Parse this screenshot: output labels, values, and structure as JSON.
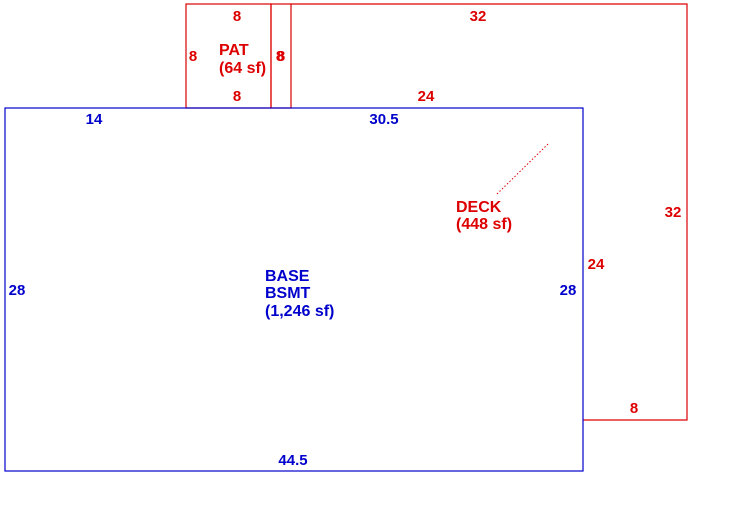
{
  "colors": {
    "base": "#0000cc",
    "addition": "#dd0000",
    "background": "#ffffff"
  },
  "base": {
    "name_line1": "BASE",
    "name_line2": "BSMT",
    "area": "(1,246 sf)",
    "dims": {
      "top_left": "14",
      "top_right": "30.5",
      "left": "28",
      "right": "28",
      "bottom": "44.5"
    }
  },
  "patio": {
    "name": "PAT",
    "area": "(64 sf)",
    "dims": {
      "top": "8",
      "left": "8",
      "right": "8",
      "bottom": "8"
    }
  },
  "deck": {
    "name": "DECK",
    "area": "(448 sf)",
    "dims": {
      "top": "32",
      "bottom_inner": "24",
      "right_outer": "32",
      "left_inner": "24",
      "bottom_step": "8",
      "connector_overlap": "8"
    }
  }
}
